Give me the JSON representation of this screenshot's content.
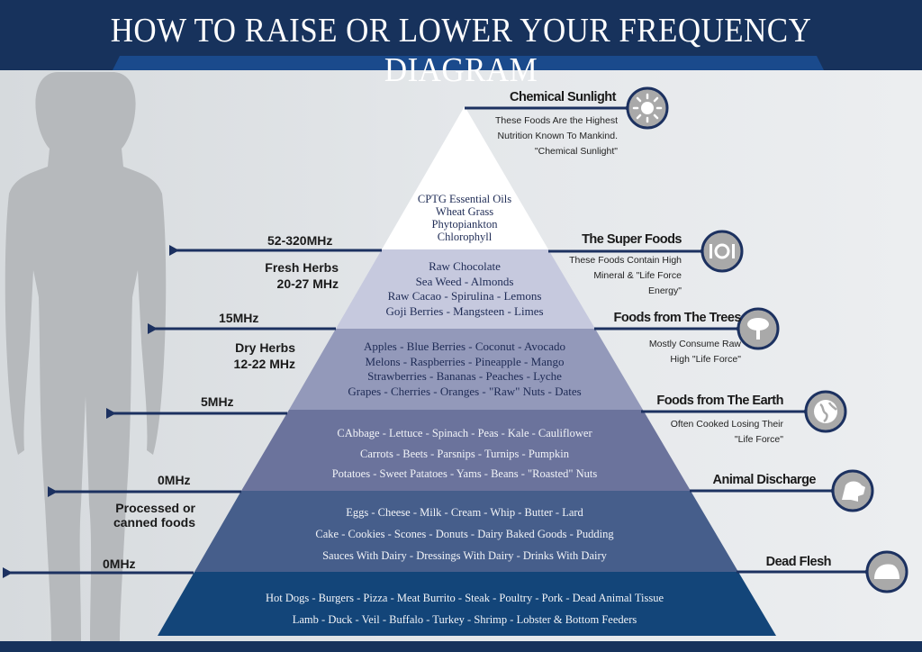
{
  "title": "HOW TO RAISE OR LOWER YOUR FREQUENCY DIAGRAM",
  "colors": {
    "header": "#17325c",
    "tab": "#1a4a8c",
    "tier1": "#ffffff",
    "tier2": "#c6c9de",
    "tier3": "#9399ba",
    "tier4": "#6b739c",
    "tier5": "#465e8b",
    "tier6": "#134579",
    "icon_bg": "#a9a9a9",
    "line": "#1c3160"
  },
  "pyramid": {
    "tier1": [
      "CPTG Essential Oils",
      "Wheat Grass",
      "Phytopiankton",
      "Chlorophyll"
    ],
    "tier2": [
      "Raw Chocolate",
      "Sea Weed - Almonds",
      "Raw Cacao - Spirulina - Lemons",
      "Goji Berries - Mangsteen - Limes"
    ],
    "tier3": [
      "Apples - Blue Berries - Coconut - Avocado",
      "Melons - Raspberries - Pineapple - Mango",
      "Strawberries - Bananas - Peaches - Lyche",
      "Grapes - Cherries - Oranges - \"Raw\" Nuts - Dates"
    ],
    "tier4": [
      "CAbbage - Lettuce - Spinach - Peas - Kale - Cauliflower",
      "Carrots - Beets - Parsnips -  Turnips - Pumpkin",
      "Potatoes - Sweet Patatoes - Yams - Beans - \"Roasted\" Nuts"
    ],
    "tier5": [
      "Eggs - Cheese - Milk - Cream - Whip - Butter - Lard",
      "Cake - Cookies - Scones - Donuts - Dairy Baked Goods - Pudding",
      "Sauces With Dairy - Dressings With Dairy - Drinks With Dairy"
    ],
    "tier6": [
      "Hot Dogs - Burgers - Pizza - Meat Burrito - Steak - Poultry - Pork - Dead Animal Tissue",
      "Lamb - Duck - Veil - Buffalo - Turkey - Shrimp - Lobster & Bottom Feeders"
    ]
  },
  "right": [
    {
      "label": "Chemical Sunlight",
      "desc": [
        "These Foods Are the Highest",
        "Nutrition Known To Mankind.",
        "\"Chemical Sunlight\""
      ],
      "icon": "sun-icon"
    },
    {
      "label": "The Super Foods",
      "desc": [
        "These Foods Contain High",
        "Mineral & \"Life Force",
        "Energy\""
      ],
      "icon": "plate-cutlery-icon"
    },
    {
      "label": "Foods from The Trees",
      "desc": [
        "Mostly Consume Raw",
        "High \"Life Force\""
      ],
      "icon": "tree-icon"
    },
    {
      "label": "Foods from The Earth",
      "desc": [
        "Often Cooked Losing Their",
        "\"Life Force\""
      ],
      "icon": "globe-icon"
    },
    {
      "label": "Animal Discharge",
      "desc": [],
      "icon": "animal-icon"
    },
    {
      "label": "Dead Flesh",
      "desc": [],
      "icon": "roast-meat-icon"
    }
  ],
  "left": [
    {
      "freq": "52-320MHz",
      "desc": [
        "Fresh  Herbs",
        "20-27 MHz"
      ]
    },
    {
      "freq": "15MHz",
      "desc": [
        "Dry Herbs",
        "12-22 MHz"
      ]
    },
    {
      "freq": "5MHz",
      "desc": []
    },
    {
      "freq": "0MHz",
      "desc": [
        "Processed  or",
        "canned  foods"
      ]
    },
    {
      "freq": "0MHz",
      "desc": []
    }
  ]
}
